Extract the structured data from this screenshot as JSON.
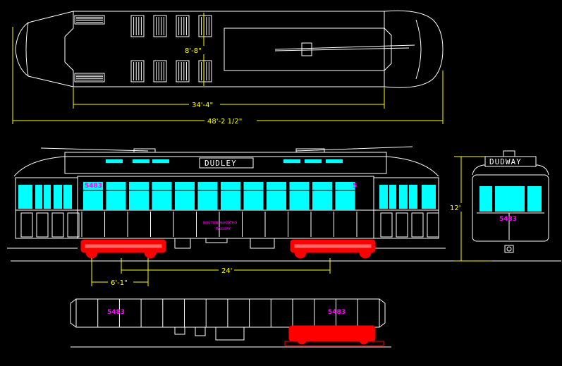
{
  "dimensions": {
    "interior_width": "8'-8\"",
    "body_length": "34'-4\"",
    "overall_length": "48'-2 1/2\"",
    "height": "12'",
    "truck_centers": "24'",
    "wheelbase": "6'-1\""
  },
  "side_view": {
    "destination_sign": "DUDLEY",
    "car_number": "5483",
    "car_number_small": "5",
    "railway_name_lines": [
      "BOSTON ELEVATED",
      "RAILWAY"
    ]
  },
  "end_view": {
    "destination_sign": "DUDWAY",
    "car_number": "5483"
  },
  "lower_view": {
    "car_number_left": "5483",
    "car_number_right": "5483"
  },
  "colors": {
    "linework": "#ffffff",
    "dimension": "#ffff00",
    "glazing": "#00ffff",
    "trucks": "#ff0000",
    "lettering": "#ff00ff"
  }
}
